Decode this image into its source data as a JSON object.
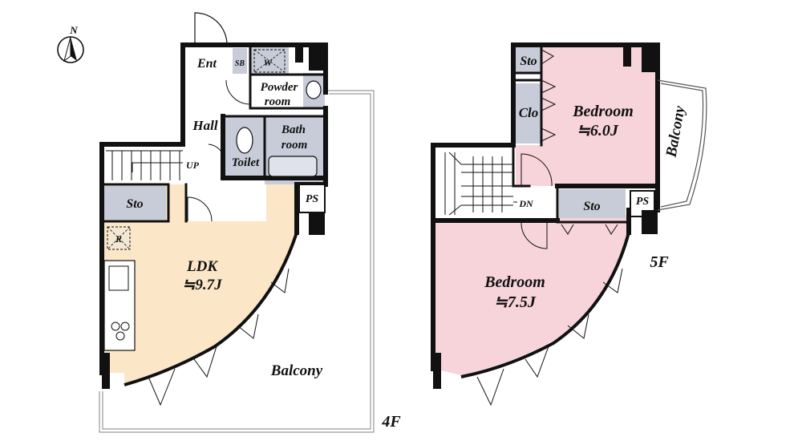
{
  "compass": {
    "north": "N"
  },
  "floor4": {
    "floor_label": "4F",
    "rooms": {
      "ent": "Ent",
      "sb": "SB",
      "w": "W",
      "powder_l1": "Powder",
      "powder_l2": "room",
      "hall": "Hall",
      "bath_l1": "Bath",
      "bath_l2": "room",
      "toilet": "Toilet",
      "up": "UP",
      "sto": "Sto",
      "ps": "PS",
      "r": "R",
      "ldk": "LDK",
      "ldk_size": "≒9.7J",
      "balcony": "Balcony"
    }
  },
  "floor5": {
    "floor_label": "5F",
    "rooms": {
      "sto_top": "Sto",
      "clo": "Clo",
      "bedroom1": "Bedroom",
      "bedroom1_size": "≒6.0J",
      "balcony": "Balcony",
      "dn": "DN",
      "sto": "Sto",
      "ps": "PS",
      "bedroom2": "Bedroom",
      "bedroom2_size": "≒7.5J"
    }
  },
  "colors": {
    "ldk_fill": "#fbe6c8",
    "bedroom_fill": "#f7d3da",
    "wet_fill": "#c8ccd8",
    "sto_fill": "#c8ccd8",
    "wall": "#111111"
  }
}
